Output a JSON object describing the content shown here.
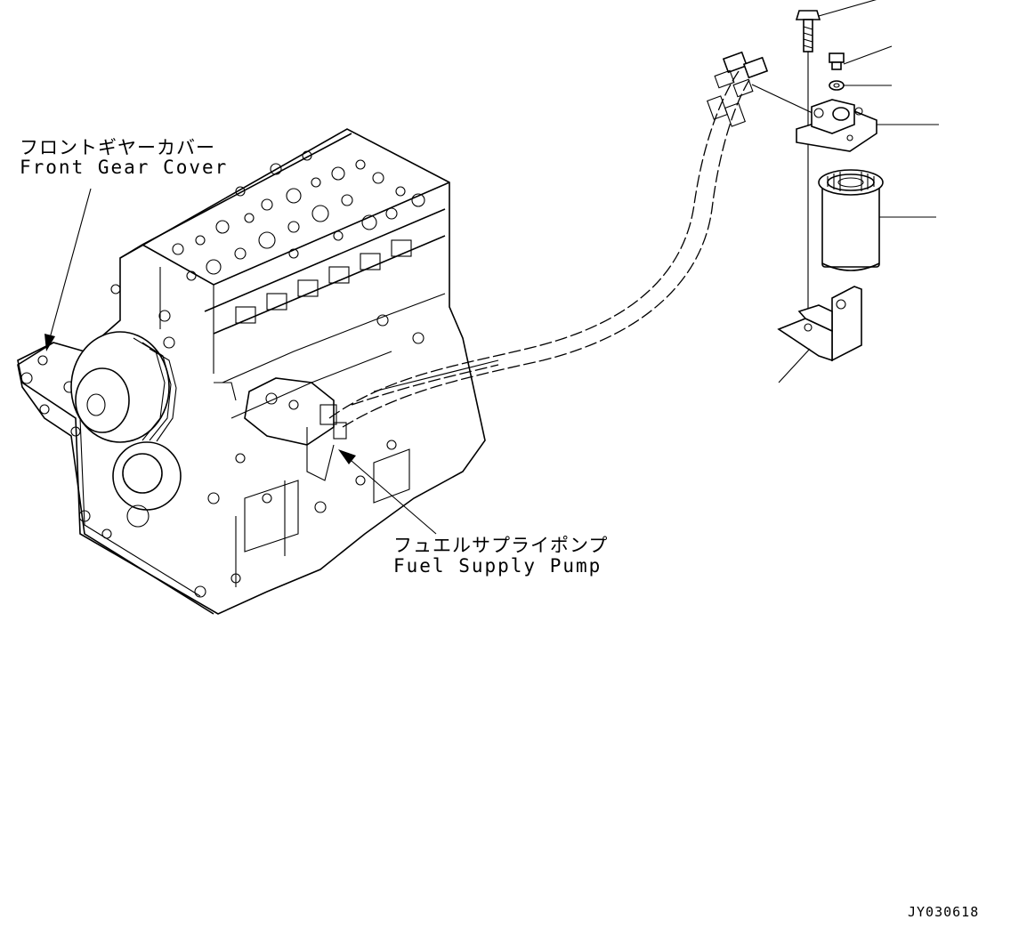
{
  "labels": {
    "front_gear_cover_jp": "フロントギヤーカバー",
    "front_gear_cover_en": "Front Gear Cover",
    "fuel_supply_pump_jp": "フュエルサプライポンプ",
    "fuel_supply_pump_en": "Fuel Supply Pump",
    "drawing_code": "JY030618"
  },
  "icons": {
    "engine": "engine-block-drawing",
    "filter": "fuel-filter-cartridge",
    "bracket": "filter-bracket",
    "head": "filter-head",
    "bolt": "bolt",
    "plug": "plug",
    "washer": "washer",
    "hoses": "fuel-hoses"
  }
}
